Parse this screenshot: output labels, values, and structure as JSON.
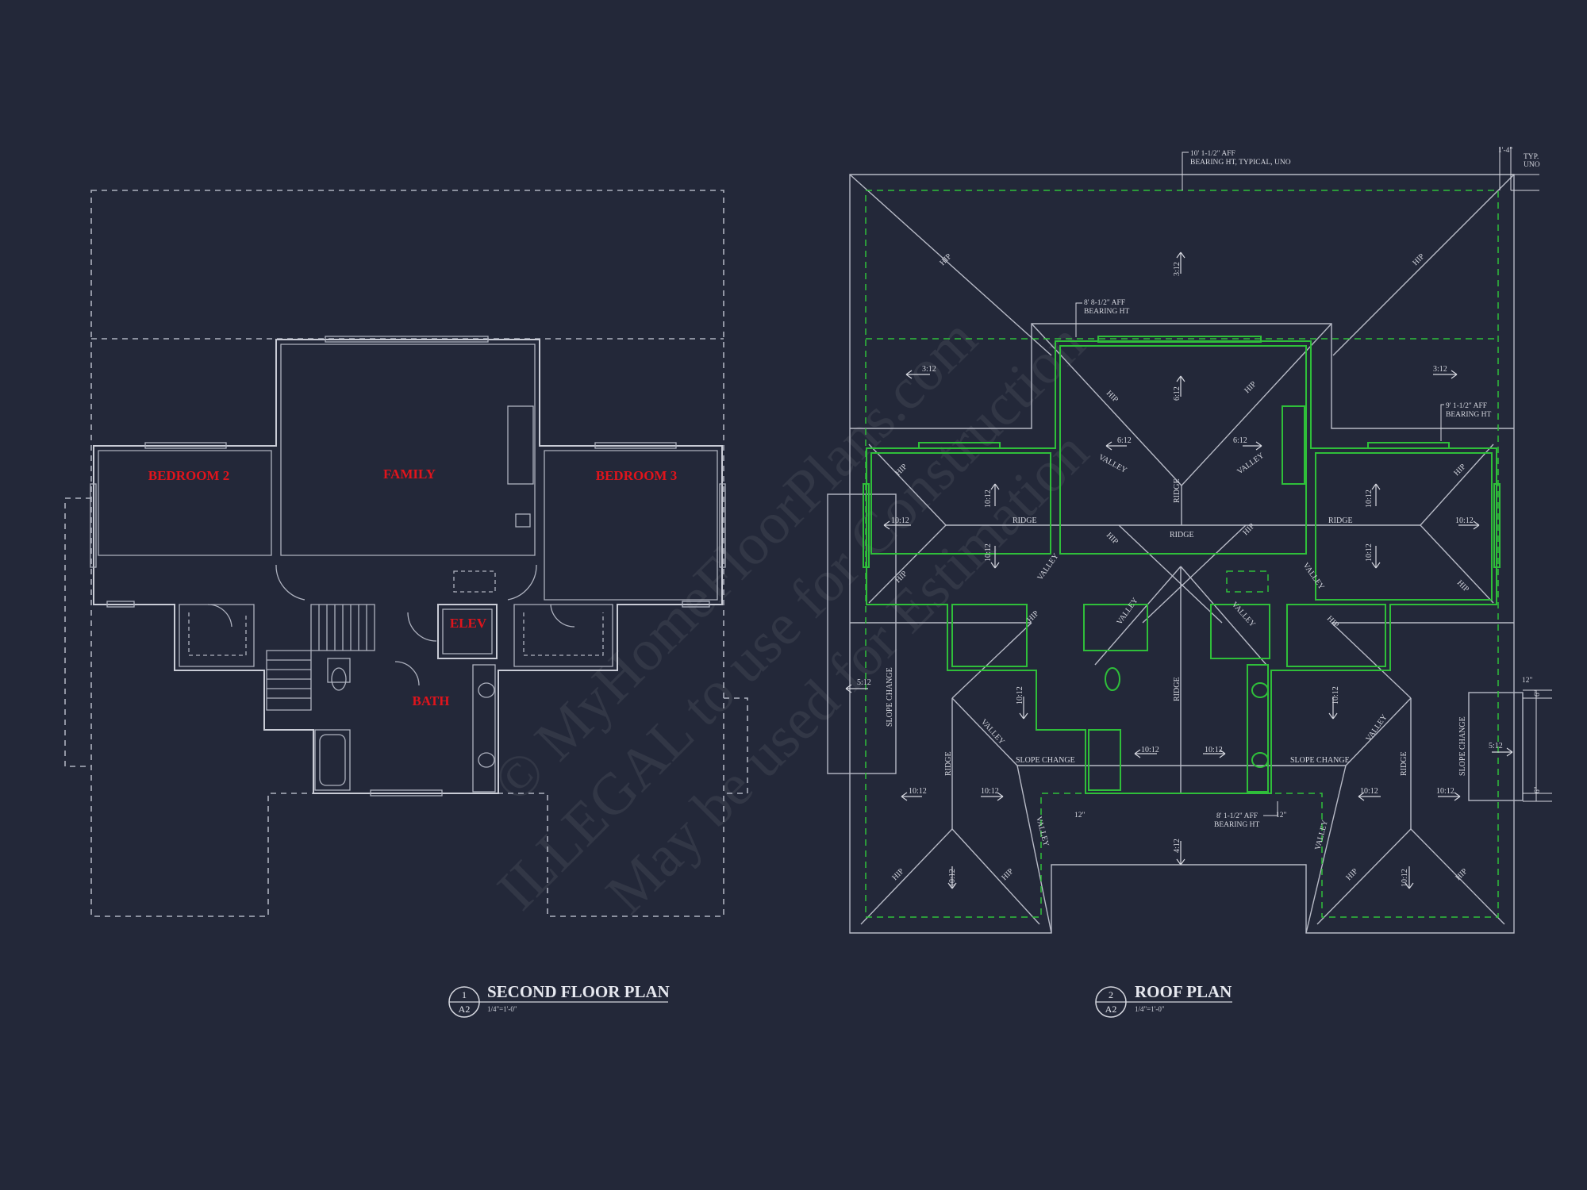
{
  "second_floor": {
    "rooms": {
      "bedroom2": "BEDROOM 2",
      "family": "FAMILY",
      "bedroom3": "BEDROOM 3",
      "elev": "ELEV",
      "bath": "BATH"
    },
    "title": {
      "number": "1",
      "sheet": "A2",
      "name": "SECOND FLOOR PLAN",
      "scale": "1/4\"=1'-0\""
    }
  },
  "roof_plan": {
    "notes": {
      "bearing_top": [
        "10' 1-1/2\" AFF",
        "BEARING HT, TYPICAL, UNO"
      ],
      "bearing_mid": [
        "8' 8-1/2\" AFF",
        "BEARING HT"
      ],
      "bearing_right": [
        "9' 1-1/2\" AFF",
        "BEARING HT"
      ],
      "bearing_bottom": [
        "8' 1-1/2\" AFF",
        "BEARING HT"
      ],
      "typ": [
        "TYP.",
        "UNO"
      ],
      "dim_1_4": "1'-4\"",
      "dim_12": "12\"",
      "dim_6": "6\""
    },
    "pitches": {
      "p3_12": "3:12",
      "p6_12": "6:12",
      "p10_12": "10:12",
      "p5_12": "5:12",
      "p4_12": "4:12"
    },
    "labels": {
      "hip": "HIP",
      "valley": "VALLEY",
      "ridge": "RIDGE",
      "slope_change": "SLOPE CHANGE"
    },
    "title": {
      "number": "2",
      "sheet": "A2",
      "name": "ROOF PLAN",
      "scale": "1/4\"=1'-0\""
    }
  },
  "watermark": {
    "line1": "© MyHomeFloorPlans.com",
    "line2": "ILLEGAL to use for Construction",
    "line3": "May be used for Estimation"
  },
  "colors": {
    "background": "#232839",
    "line": "#c9ccd6",
    "room_label": "#e0141c",
    "roof_green": "#2fbf3a"
  }
}
